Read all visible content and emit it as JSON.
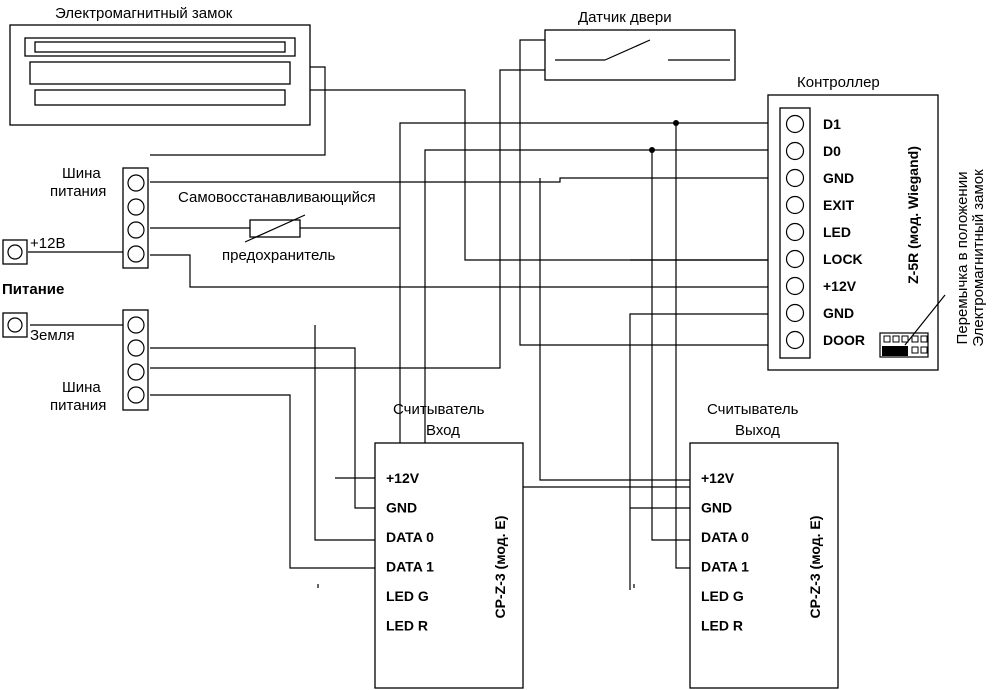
{
  "lock": {
    "title": "Электромагнитный замок"
  },
  "sensor": {
    "title": "Датчик двери"
  },
  "controller": {
    "title": "Контроллер",
    "model": "Z-5R (мод. Wiegand)",
    "terminals": [
      "D1",
      "D0",
      "GND",
      "EXIT",
      "LED",
      "LOCK",
      "+12V",
      "GND",
      "DOOR"
    ],
    "jumper_note_line1": "Перемычка в положении",
    "jumper_note_line2": "Электромагнитный замок"
  },
  "bus_top": {
    "line1": "Шина",
    "line2": "питания"
  },
  "bus_bottom": {
    "line1": "Шина",
    "line2": "питания"
  },
  "fuse": {
    "line1": "Самовосстанавливающийся",
    "line2": "предохранитель"
  },
  "power": {
    "plus": "+12В",
    "title": "Питание",
    "ground": "Земля"
  },
  "reader_in": {
    "line1": "Считыватель",
    "line2": "Вход",
    "model": "CP-Z-3 (мод. E)",
    "pins": [
      "+12V",
      "GND",
      "DATA 0",
      "DATA 1",
      "LED G",
      "LED R"
    ]
  },
  "reader_out": {
    "line1": "Считыватель",
    "line2": "Выход",
    "model": "CP-Z-3 (мод. E)",
    "pins": [
      "+12V",
      "GND",
      "DATA 0",
      "DATA 1",
      "LED G",
      "LED R"
    ]
  }
}
